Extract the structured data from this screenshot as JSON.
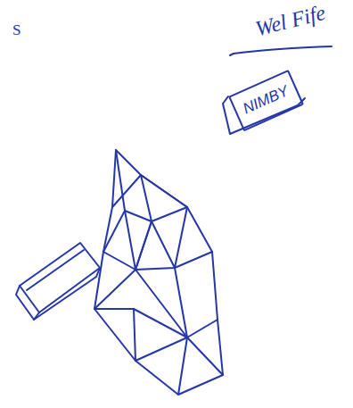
{
  "diagram": {
    "nodes": [
      {
        "text": [
          "NIMBY"
        ]
      }
    ],
    "labels": [
      "S",
      "Wel Fife"
    ]
  }
}
